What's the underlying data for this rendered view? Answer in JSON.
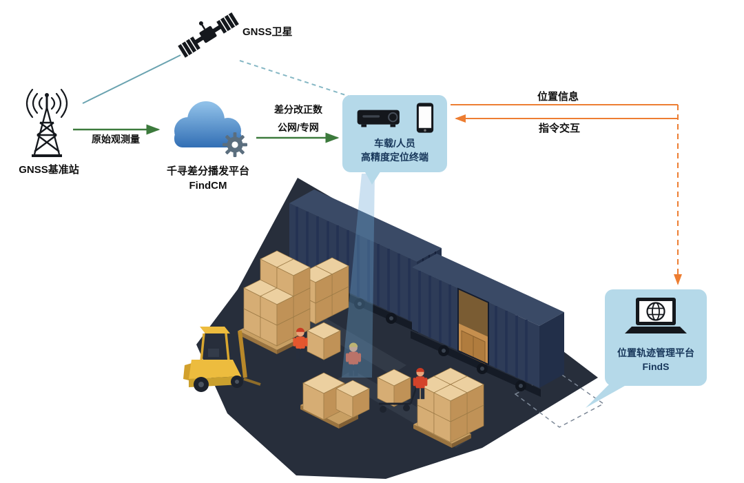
{
  "colors": {
    "accent_green": "#3c7a3c",
    "accent_orange": "#ed7d31",
    "accent_teal": "#6aa3b0",
    "bubble_blue": "#b5d9e9",
    "cloud_blue": "#4a86c8",
    "dark_navy": "#141c28"
  },
  "nodes": {
    "satellite": {
      "label": "GNSS卫星"
    },
    "base_station": {
      "label": "GNSS基准站"
    },
    "cloud": {
      "line1": "千寻差分播发平台",
      "line2": "FindCM"
    },
    "terminal": {
      "line1": "车载/人员",
      "line2": "高精度定位终端"
    },
    "mgmt": {
      "line1": "位置轨迹管理平台",
      "line2": "FindS"
    }
  },
  "edges": {
    "raw_obs": {
      "label": "原始观测量"
    },
    "correction": {
      "line1": "差分改正数",
      "line2": "公网/专网"
    },
    "position_info": {
      "label": "位置信息"
    },
    "command": {
      "label": "指令交互"
    }
  }
}
